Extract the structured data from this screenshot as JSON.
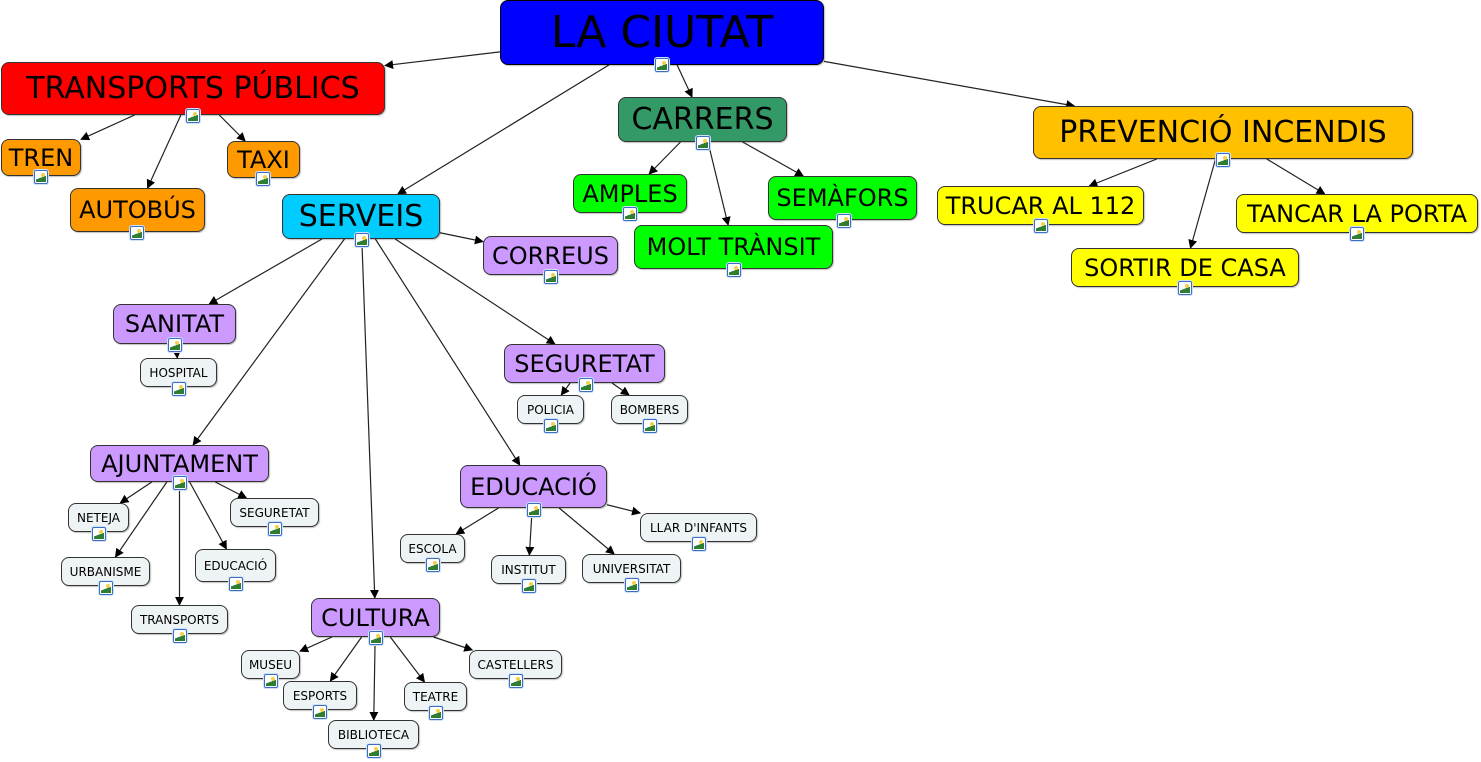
{
  "title": "LA CIUTAT",
  "colors": {
    "root": "#0000ff",
    "transports": "#ff0000",
    "transport_items": "#ff9900",
    "carrers": "#339966",
    "carrers_items": "#00ff00",
    "prevencio": "#ffc000",
    "prevencio_items": "#ffff00",
    "serveis": "#00ccff",
    "serveis_items": "#cc99ff",
    "leaf": "#eef3f6"
  },
  "nodes": {
    "root": {
      "label": "LA CIUTAT"
    },
    "transports": {
      "label": "TRANSPORTS PÚBLICS"
    },
    "tren": {
      "label": "TREN"
    },
    "autobus": {
      "label": "AUTOBÚS"
    },
    "taxi": {
      "label": "TAXI"
    },
    "carrers": {
      "label": "CARRERS"
    },
    "amples": {
      "label": "AMPLES"
    },
    "molt_transit": {
      "label": "MOLT TRÀNSIT"
    },
    "semafors": {
      "label": "SEMÀFORS"
    },
    "prevencio": {
      "label": "PREVENCIÓ INCENDIS"
    },
    "trucar": {
      "label": "TRUCAR AL 112"
    },
    "sortir": {
      "label": "SORTIR DE CASA"
    },
    "tancar": {
      "label": "TANCAR LA PORTA"
    },
    "serveis": {
      "label": "SERVEIS"
    },
    "correus": {
      "label": "CORREUS"
    },
    "sanitat": {
      "label": "SANITAT"
    },
    "hospital": {
      "label": "HOSPITAL"
    },
    "seguretat": {
      "label": "SEGURETAT"
    },
    "policia": {
      "label": "POLICIA"
    },
    "bombers": {
      "label": "BOMBERS"
    },
    "ajuntament": {
      "label": "AJUNTAMENT"
    },
    "neteja": {
      "label": "NETEJA"
    },
    "urbanisme": {
      "label": "URBANISME"
    },
    "transports_aj": {
      "label": "TRANSPORTS"
    },
    "educacio_aj": {
      "label": "EDUCACIÓ"
    },
    "seguretat_aj": {
      "label": "SEGURETAT"
    },
    "educacio": {
      "label": "EDUCACIÓ"
    },
    "escola": {
      "label": "ESCOLA"
    },
    "institut": {
      "label": "INSTITUT"
    },
    "universitat": {
      "label": "UNIVERSITAT"
    },
    "llar": {
      "label": "LLAR D'INFANTS"
    },
    "cultura": {
      "label": "CULTURA"
    },
    "museu": {
      "label": "MUSEU"
    },
    "esports": {
      "label": "ESPORTS"
    },
    "biblioteca": {
      "label": "BIBLIOTECA"
    },
    "teatre": {
      "label": "TEATRE"
    },
    "castellers": {
      "label": "CASTELLERS"
    }
  },
  "edges": [
    [
      "root",
      "transports"
    ],
    [
      "root",
      "carrers"
    ],
    [
      "root",
      "prevencio"
    ],
    [
      "root",
      "serveis"
    ],
    [
      "transports",
      "tren"
    ],
    [
      "transports",
      "autobus"
    ],
    [
      "transports",
      "taxi"
    ],
    [
      "carrers",
      "amples"
    ],
    [
      "carrers",
      "molt_transit"
    ],
    [
      "carrers",
      "semafors"
    ],
    [
      "prevencio",
      "trucar"
    ],
    [
      "prevencio",
      "sortir"
    ],
    [
      "prevencio",
      "tancar"
    ],
    [
      "serveis",
      "correus"
    ],
    [
      "serveis",
      "sanitat"
    ],
    [
      "serveis",
      "seguretat"
    ],
    [
      "serveis",
      "ajuntament"
    ],
    [
      "serveis",
      "educacio"
    ],
    [
      "serveis",
      "cultura"
    ],
    [
      "sanitat",
      "hospital"
    ],
    [
      "seguretat",
      "policia"
    ],
    [
      "seguretat",
      "bombers"
    ],
    [
      "ajuntament",
      "neteja"
    ],
    [
      "ajuntament",
      "urbanisme"
    ],
    [
      "ajuntament",
      "transports_aj"
    ],
    [
      "ajuntament",
      "educacio_aj"
    ],
    [
      "ajuntament",
      "seguretat_aj"
    ],
    [
      "educacio",
      "escola"
    ],
    [
      "educacio",
      "institut"
    ],
    [
      "educacio",
      "universitat"
    ],
    [
      "educacio",
      "llar"
    ],
    [
      "cultura",
      "museu"
    ],
    [
      "cultura",
      "esports"
    ],
    [
      "cultura",
      "biblioteca"
    ],
    [
      "cultura",
      "teatre"
    ],
    [
      "cultura",
      "castellers"
    ]
  ]
}
